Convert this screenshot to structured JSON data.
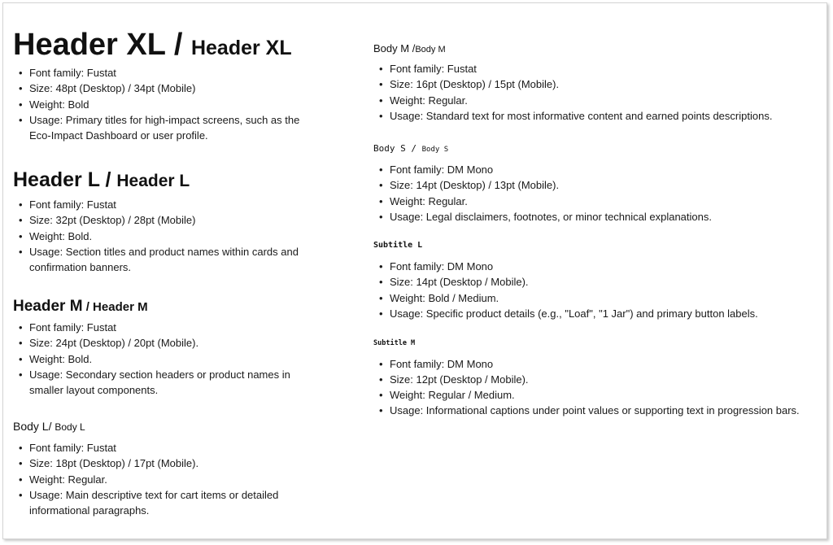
{
  "sections": [
    {
      "title": "Header XL",
      "title_sep": " / ",
      "subtitle": "Header XL",
      "bullets": [
        "Font family: Fustat",
        "Size: 48pt (Desktop) / 34pt (Mobile)",
        "Weight: Bold",
        "Usage: Primary titles for high-impact screens, such as the Eco-Impact Dashboard or user profile."
      ]
    },
    {
      "title": "Header L",
      "title_sep": " / ",
      "subtitle": "Header L",
      "bullets": [
        "Font family: Fustat",
        "Size: 32pt (Desktop) / 28pt (Mobile)",
        "Weight: Bold.",
        "Usage: Section titles and product names within cards and confirmation banners."
      ]
    },
    {
      "title": "Header M",
      "title_sep": " / ",
      "subtitle": "Header M",
      "bullets": [
        "Font family: Fustat",
        "Size: 24pt (Desktop) / 20pt (Mobile).",
        "Weight: Bold.",
        "Usage: Secondary section headers or product names in smaller layout components."
      ]
    },
    {
      "title": "Body L",
      "title_sep": "/ ",
      "subtitle": "Body L",
      "bullets": [
        "Font family: Fustat",
        "Size: 18pt (Desktop) / 17pt (Mobile).",
        "Weight: Regular.",
        "Usage: Main descriptive text for cart items or detailed informational paragraphs."
      ]
    },
    {
      "title": "Body M",
      "title_sep": " /",
      "subtitle": "Body M",
      "bullets": [
        "Font family: Fustat",
        "Size: 16pt (Desktop) / 15pt (Mobile).",
        "Weight: Regular.",
        "Usage: Standard text for most informative content and earned points descriptions."
      ]
    },
    {
      "title": "Body S",
      "title_sep": " / ",
      "subtitle": "Body S",
      "bullets": [
        "Font family: DM Mono",
        "Size: 14pt (Desktop) / 13pt (Mobile).",
        "Weight: Regular.",
        "Usage: Legal disclaimers, footnotes, or minor technical explanations."
      ]
    },
    {
      "title": "Subtitle L",
      "bullets": [
        "Font family: DM Mono",
        "Size: 14pt (Desktop / Mobile).",
        "Weight: Bold / Medium.",
        "Usage: Specific product details (e.g., \"Loaf\", \"1 Jar\") and primary button labels."
      ]
    },
    {
      "title": "Subtitle M",
      "bullets": [
        "Font family: DM Mono",
        "Size: 12pt (Desktop / Mobile).",
        "Weight: Regular / Medium.",
        "Usage: Informational captions under point values or supporting text in progression bars."
      ]
    }
  ]
}
